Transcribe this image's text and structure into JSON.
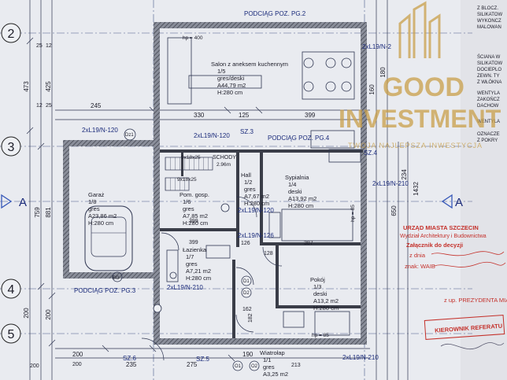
{
  "axes": {
    "numbers": [
      "2",
      "3",
      "4",
      "5"
    ],
    "letter_left": "A",
    "letter_right": "A"
  },
  "rooms": {
    "salon": {
      "name": "Salon z aneksem kuchennym",
      "no": "1/5",
      "floor": "gres/deski",
      "area": "A44,79 m2",
      "height": "H:280 cm"
    },
    "garaz": {
      "name": "Garaż",
      "no": "1/8",
      "floor": "gres",
      "area": "A23,86 m2",
      "height": "H:280 cm"
    },
    "hall": {
      "name": "Hall",
      "no": "1/2",
      "floor": "gres",
      "area": "A7,67 m2",
      "height": "H:280 cm"
    },
    "pom_gosp": {
      "name": "Pom. gosp.",
      "no": "1/6",
      "floor": "gres",
      "area": "A7,85 m2",
      "height": "H:280 cm"
    },
    "sypialnia": {
      "name": "Sypialnia",
      "no": "1/4",
      "floor": "deski",
      "area": "A13,92 m2",
      "height": "H:280 cm"
    },
    "lazienka": {
      "name": "Łazienka",
      "no": "1/7",
      "floor": "gres",
      "area": "A7,21 m2",
      "height": "H:280 cm"
    },
    "pokoj": {
      "name": "Pokój",
      "no": "1/3",
      "floor": "deski",
      "area": "A13,2 m2",
      "height": "H:280 cm"
    },
    "wiatrolap": {
      "name": "Wiatrołap",
      "no": "1/1",
      "floor": "gres",
      "area": "A3,25 m2"
    }
  },
  "labels": {
    "podciag_pg2": "PODCIĄG POZ. PG.2",
    "podciag_pg3": "PODCIĄG POZ. PG.3",
    "podciag_pg4": "PODCIĄG POZ. PG.4",
    "lintel_2xl19_120_a": "2xL19/N-120",
    "lintel_2xl19_120_b": "2xL19/N-120",
    "lintel_2xl19_2": "2xL19/N-2",
    "lintel_2xl19_210_a": "2xL19/N-210",
    "lintel_2xl19_210_b": "2xL19/N-210",
    "lintel_2xl19_210_c": "2xL19/N-210",
    "lintel_2xl19_126": "2xL19/N-126",
    "schody": "SCHODY",
    "schody_h": "2.96m",
    "step_a": "9x18x25",
    "step_b": "9x18x25",
    "sz3": "SZ.3",
    "sz4": "SZ.4",
    "sz5": "SZ.5",
    "sz6": "SZ.6",
    "hp400": "hp = 400",
    "hp85": "hp = 85",
    "hp85b": "hp = 85",
    "d1": "D1",
    "d2": "D2",
    "dz1": "Dz1",
    "o1": "O1",
    "o2": "O2",
    "bg": "BG"
  },
  "dimensions": {
    "top_row": [
      "245",
      "330",
      "125",
      "399"
    ],
    "bottom_row": [
      "235",
      "275",
      "190",
      "200"
    ],
    "left_col": [
      "473",
      "425",
      "759",
      "881",
      "200",
      "200"
    ],
    "right_col": [
      "1432",
      "234",
      "650",
      "180",
      "160"
    ],
    "inner": [
      "399",
      "399",
      "387",
      "126",
      "128",
      "182",
      "162",
      "213",
      "200",
      "200",
      "12",
      "25",
      "25",
      "12"
    ]
  },
  "side_notes": {
    "lines": [
      "Z BLOCZ.",
      "SILIKATOW",
      "WYKONCZ",
      "MALOWAN",
      "ŚCIANA W",
      "SILIKATOW",
      "DOCIEPLO",
      "ZEWN. TY",
      "Z WŁÓKNA",
      "WENTYLA",
      "ZAKOŃCZ",
      "DACHOW",
      "WENTYLA",
      "OZNACZE",
      "Z POKRY"
    ]
  },
  "stamp": {
    "line1": "URZĄD MIASTA SZCZECIN",
    "line2": "Wydział Architektury i Budownictwa",
    "line3": "Załącznik do decyzji",
    "line4": "z dnia",
    "line5": "znak: WAIB",
    "line6": "z up. PREZYDENTA MIASTA",
    "line7": "KIEROWNIK REFERATU"
  },
  "watermark": {
    "line1": "GOOD",
    "line2": "INVESTMENT",
    "tagline": "TWOJA NAJLEPSZA INWESTYCJA"
  },
  "colors": {
    "paper": "#e9ebf0",
    "wall": "#3a3d48",
    "line": "#2e3550",
    "blue": "#3557b8",
    "red": "#c4302a",
    "gold": "#c9a04a"
  }
}
